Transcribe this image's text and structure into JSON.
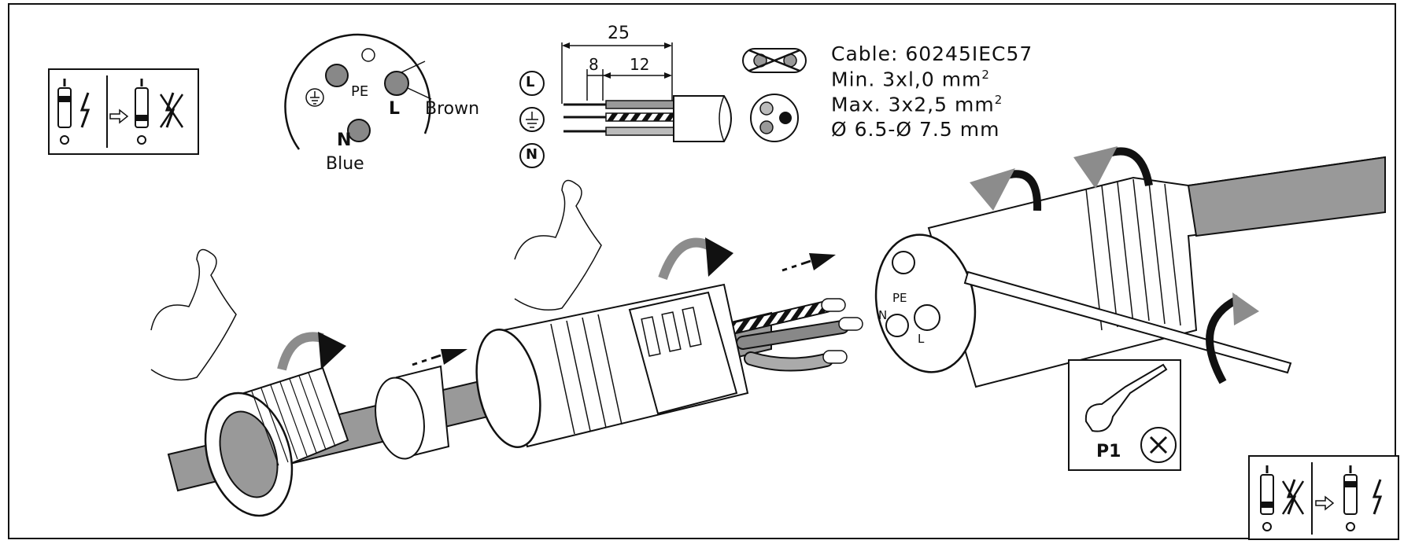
{
  "pinout": {
    "pe_label": "PE",
    "l_label": "L",
    "n_label": "N",
    "brown_label": "Brown",
    "blue_label": "Blue"
  },
  "strip_dims": {
    "total": "25",
    "short": "8",
    "long": "12"
  },
  "conductor_labels": {
    "l": "L",
    "n": "N"
  },
  "cable_spec": {
    "cable": "Cable: 60245IEC57",
    "min": "Min.  3xl,0  mm",
    "max": "Max.  3x2,5  mm",
    "sup": "2",
    "diameter": "Ø 6.5-Ø 7.5 mm"
  },
  "socket_face": {
    "pe": "PE",
    "n": "N",
    "l": "L"
  },
  "tool": {
    "label": "P1"
  },
  "colors": {
    "line": "#111111",
    "wire_gray": "#999999",
    "arrow_gray": "#8c8c8c",
    "pin_gray": "#888888"
  }
}
